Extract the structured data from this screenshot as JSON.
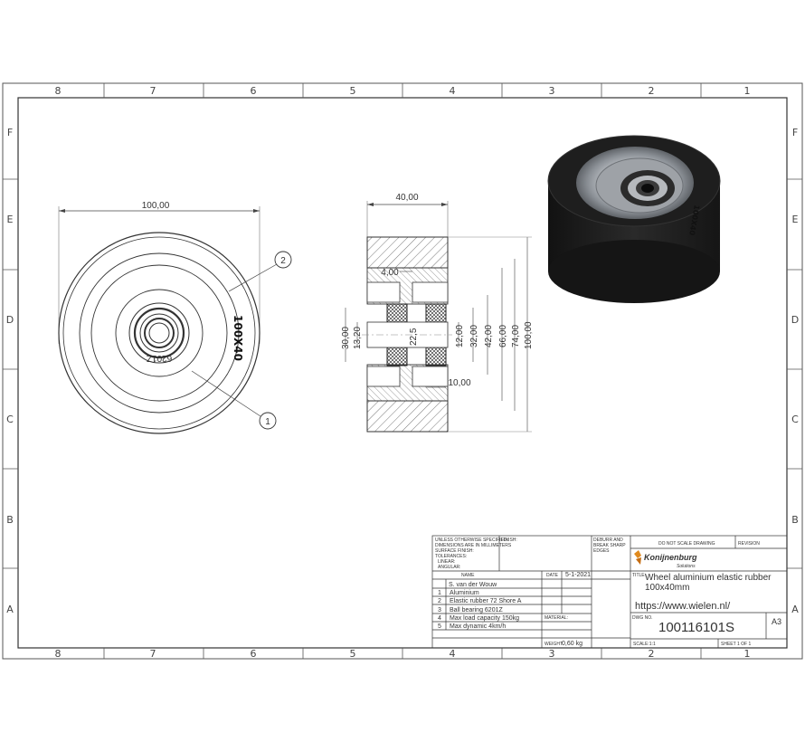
{
  "frame": {
    "columns": [
      "8",
      "7",
      "6",
      "5",
      "4",
      "3",
      "2",
      "1"
    ],
    "rows": [
      "F",
      "E",
      "D",
      "C",
      "B",
      "A"
    ]
  },
  "front_view": {
    "width_dim": "100,00",
    "balloon_1": "1",
    "balloon_2": "2",
    "tire_marking": "100X40",
    "bearing_marking": "6201Z"
  },
  "section_view": {
    "width_dim": "40,00",
    "hub_dim": "4,00",
    "bore_dim": "10,00",
    "left_dims": [
      "30,00",
      "13,20"
    ],
    "center_dim": "22,5",
    "right_dims": [
      "12,00",
      "32,00",
      "42,00",
      "66,00",
      "74,00",
      "100,00"
    ]
  },
  "title_block": {
    "general_notes": [
      "UNLESS OTHERWISE SPECIFIED:",
      "DIMENSIONS ARE IN MILLIMETERS",
      "SURFACE FINISH:",
      "TOLERANCES:",
      "LINEAR:",
      "ANGULAR:"
    ],
    "finish_label": "FINISH:",
    "deburr_notes": [
      "DEBURR AND",
      "BREAK SHARP",
      "EDGES"
    ],
    "do_not_scale": "DO NOT SCALE DRAWING",
    "revision_label": "REVISION",
    "name_header": "NAME",
    "date_header": "DATE",
    "drawn_name": "S. van der Wouw",
    "drawn_date": "5-1-2021",
    "items": [
      {
        "num": "1",
        "text": "Aluminium"
      },
      {
        "num": "2",
        "text": "Elastic rubber 72 Shore A"
      },
      {
        "num": "3",
        "text": "Ball bearing 6201Z"
      },
      {
        "num": "4",
        "text": "Max load capacity 150kg"
      },
      {
        "num": "5",
        "text": "Max dynamic 4km/h"
      }
    ],
    "material_label": "MATERIAL:",
    "weight_label": "WEIGHT:",
    "weight_value": "0,60 kg",
    "company": "Konijnenburg",
    "company_sub": "Solutions",
    "title_label": "TITLE:",
    "title_line1": "Wheel aluminium elastic rubber",
    "title_line2": "100x40mm",
    "url": "https://www.wielen.nl/",
    "dwg_label": "DWG NO.",
    "dwg_no": "100116101S",
    "size": "A3",
    "scale_label": "SCALE:1:1",
    "sheet_label": "SHEET 1 OF 1"
  },
  "colors": {
    "line": "#333333",
    "hatch": "#555555",
    "tire": "#1c1c1c",
    "rim": "#8a8e93"
  }
}
